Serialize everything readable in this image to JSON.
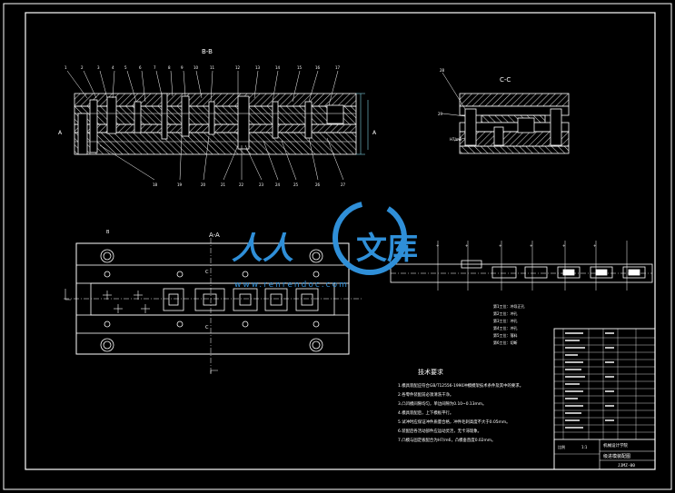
{
  "colors": {
    "background": "#000000",
    "line": "#ffffff",
    "hatch": "#d8d8d8",
    "dim": "#7fd1e0",
    "watermark": "#2f8fd8"
  },
  "sections": {
    "bb_label": "B-B",
    "cc_label": "C-C",
    "aa_label": "A-A",
    "a_marker": "A",
    "c_marker": "C",
    "b_marker": "B"
  },
  "watermark": {
    "brand_left": "人人",
    "brand_right": "文库",
    "url": "www.renrendoc.com"
  },
  "notes": {
    "title": "技术要求",
    "items": [
      "1.模具装配应符合GB/T12556-1990冲模模架技术条件及其中的要求。",
      "2.各零件装配前必须清洗干净。",
      "3.凸凹模间隙均匀，单边间隙为0.10~0.13mm。",
      "4.模具装配后，上下模板平行。",
      "5.试冲时应保证冲件质量合格，冲件毛刺高度不大于0.05mm。",
      "6.装配后各活动部件应运动灵活，无卡滞现象。",
      "7.凸模与固定板配合为H7/m6，凸模垂直度0.02mm。"
    ]
  },
  "strip_notes": [
    "第1工位：冲导正孔",
    "第2工位：冲孔",
    "第3工位：冲孔",
    "第4工位：冲孔",
    "第5工位：落料",
    "第6工位：切断"
  ],
  "title_block": {
    "school": "机械设计学院",
    "drawing_title": "级进模装配图",
    "drawing_no": "JJMZ-00",
    "scale_label": "比例",
    "scale": "1:1"
  }
}
